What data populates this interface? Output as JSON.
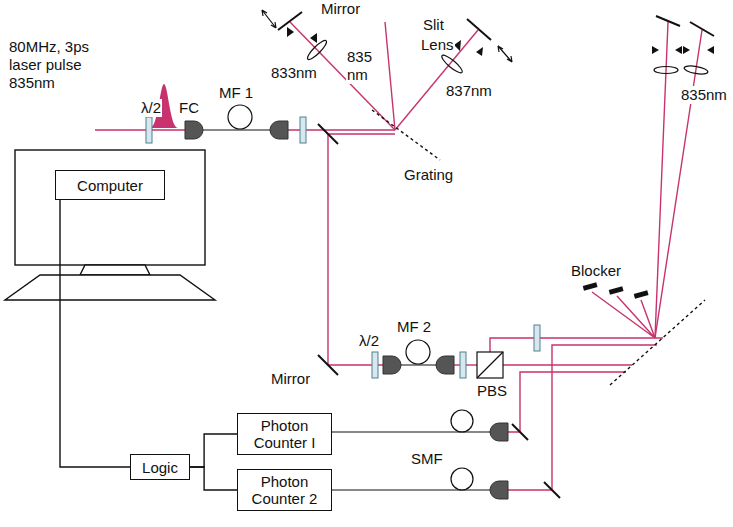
{
  "diagram": {
    "nodes": [
      {
        "text": [
          "Computer"
        ]
      },
      {
        "text": [
          "Logic"
        ]
      },
      {
        "text": [
          "Photon Counter I"
        ]
      },
      {
        "text": [
          "Photon Counter 2"
        ]
      }
    ],
    "edges": [
      {
        "from": 0,
        "to": 1,
        "arrow": "none"
      },
      {
        "from": 1,
        "to": 2,
        "arrow": "none"
      },
      {
        "from": 1,
        "to": 3,
        "arrow": "none"
      }
    ],
    "labels": [
      "80MHz, 3ps laser pulse 835nm",
      "λ/2",
      "FC",
      "MF 1",
      "Mirror",
      "Slit",
      "Lens",
      "833nm",
      "835 nm",
      "837nm",
      "Grating",
      "835nm",
      "Blocker",
      "Mirror",
      "λ/2",
      "MF 2",
      "PBS",
      "SMF"
    ]
  }
}
